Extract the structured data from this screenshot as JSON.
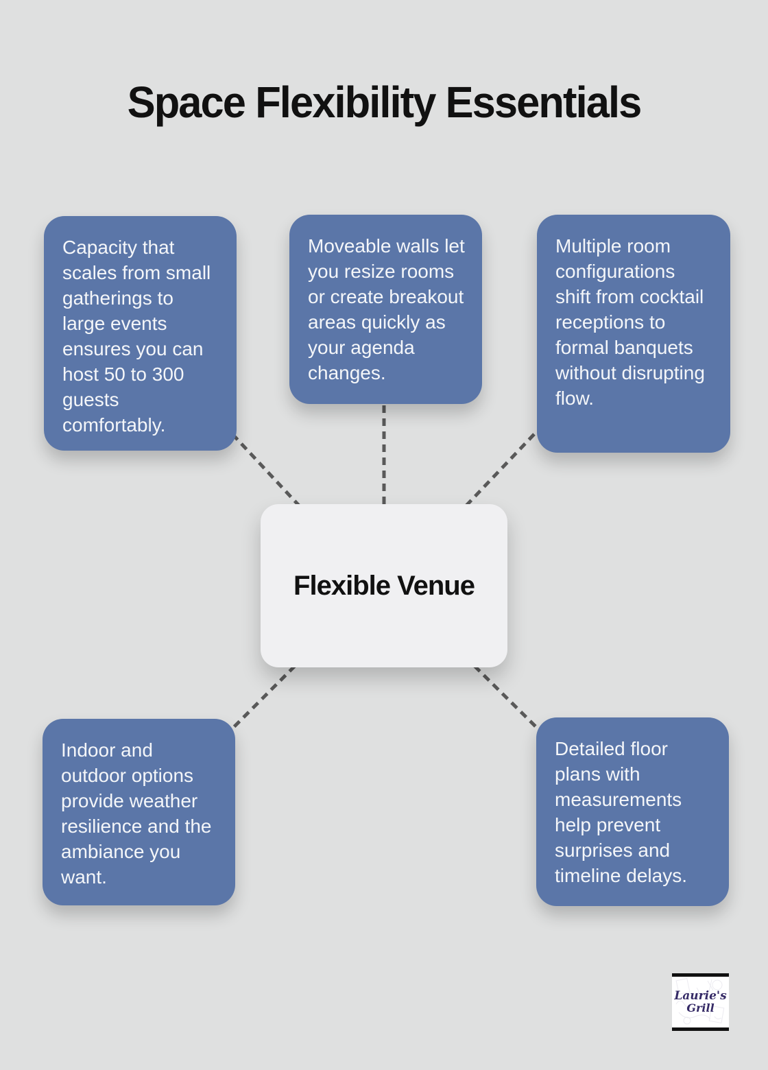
{
  "title": "Space Flexibility Essentials",
  "center": {
    "label": "Flexible Venue"
  },
  "nodes": [
    {
      "id": "capacity",
      "text": "Capacity that scales from small gatherings to large events ensures you can host 50 to 300 guests comfortably."
    },
    {
      "id": "moveable-walls",
      "text": "Moveable walls let you resize rooms or create breakout areas quickly as your agenda changes."
    },
    {
      "id": "room-configurations",
      "text": "Multiple room configurations shift from cocktail receptions to formal banquets without disrupting flow."
    },
    {
      "id": "indoor-outdoor",
      "text": "Indoor and outdoor options provide weather resilience and the ambiance you want."
    },
    {
      "id": "floor-plans",
      "text": "Detailed floor plans with measurements help prevent surprises and timeline delays."
    }
  ],
  "logo": {
    "line1": "Laurie's",
    "line2": "Grill"
  },
  "colors": {
    "background": "#dfe0e0",
    "node_fill": "#5b76a8",
    "node_text": "#f4f6f9",
    "center_fill": "#f0f0f2",
    "connector": "#595959",
    "title_text": "#111111",
    "logo_text": "#352a66"
  }
}
